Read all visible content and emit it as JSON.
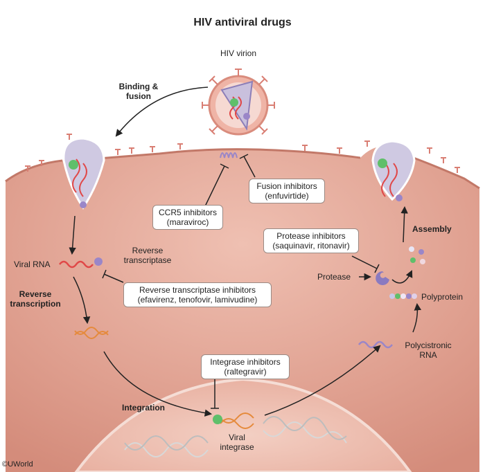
{
  "title": "HIV antiviral drugs",
  "labels": {
    "virion": "HIV virion",
    "binding_fusion": [
      "Binding &",
      "fusion"
    ],
    "fusion_inhibitors": [
      "Fusion inhibitors",
      "(enfuvirtide)"
    ],
    "ccr5_inhibitors": [
      "CCR5 inhibitors",
      "(maraviroc)"
    ],
    "viral_rna": "Viral RNA",
    "reverse_transcriptase": [
      "Reverse",
      "transcriptase"
    ],
    "rt_inhibitors": [
      "Reverse transcriptase inhibitors",
      "(efavirenz, tenofovir, lamivudine)"
    ],
    "reverse_transcription": [
      "Reverse",
      "transcription"
    ],
    "integrase_inhibitors": [
      "Integrase inhibitors",
      "(raltegravir)"
    ],
    "integration": "Integration",
    "viral_integrase": [
      "Viral",
      "integrase"
    ],
    "protease_inhibitors": [
      "Protease inhibitors",
      "(saquinavir, ritonavir)"
    ],
    "assembly": "Assembly",
    "protease": "Protease",
    "polyprotein": "Polyprotein",
    "polycistronic_rna": [
      "Polycistronic",
      "RNA"
    ]
  },
  "copyright": "©UWorld",
  "colors": {
    "cell": "#e2a394",
    "cell_light": "#f0c6b8",
    "nucleus": "#eab3a4",
    "rna": "#e04848",
    "dna": "#e58a3c",
    "purple_rna": "#9a86c8",
    "integrase": "#5fbf6a",
    "protease": "#8a7ac0"
  }
}
